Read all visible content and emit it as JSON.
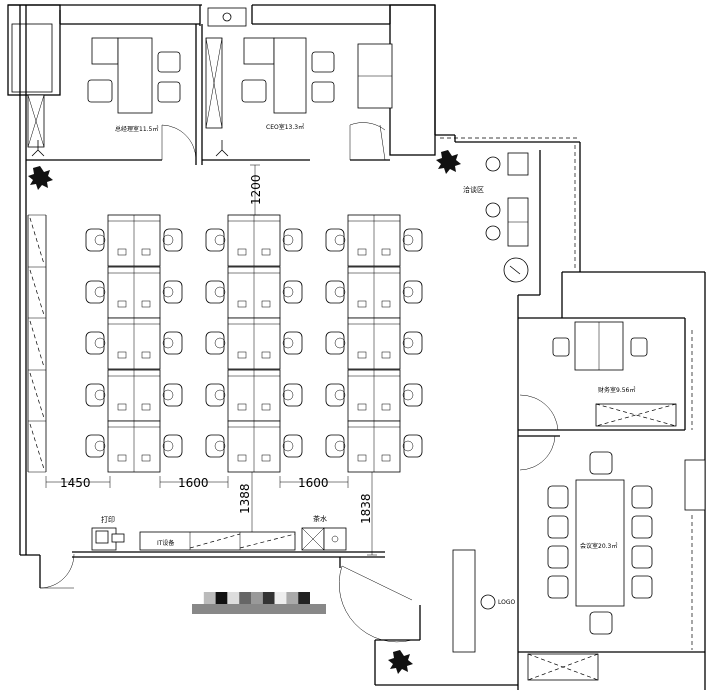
{
  "rooms": {
    "general_manager": "总经理室11.5㎡",
    "ceo": "CEO室13.3㎡",
    "lounge": "洽谈区",
    "finance": "财务室9.56㎡",
    "meeting": "会议室20.3㎡",
    "print": "打印",
    "it_equipment": "IT设备",
    "tea": "茶水",
    "logo": "LOGO"
  },
  "dimensions": {
    "d1200": "1200",
    "d1450": "1450",
    "d1600a": "1600",
    "d1600b": "1600",
    "d1388": "1388",
    "d1838": "1838"
  },
  "legend_swatches": [
    "#ffffff",
    "#bbbbbb",
    "#111111",
    "#dddddd",
    "#666666",
    "#999999",
    "#333333",
    "#eeeeee",
    "#aaaaaa",
    "#222222"
  ],
  "colors": {
    "line": "#000000",
    "background": "#ffffff",
    "plant": "#111111"
  }
}
